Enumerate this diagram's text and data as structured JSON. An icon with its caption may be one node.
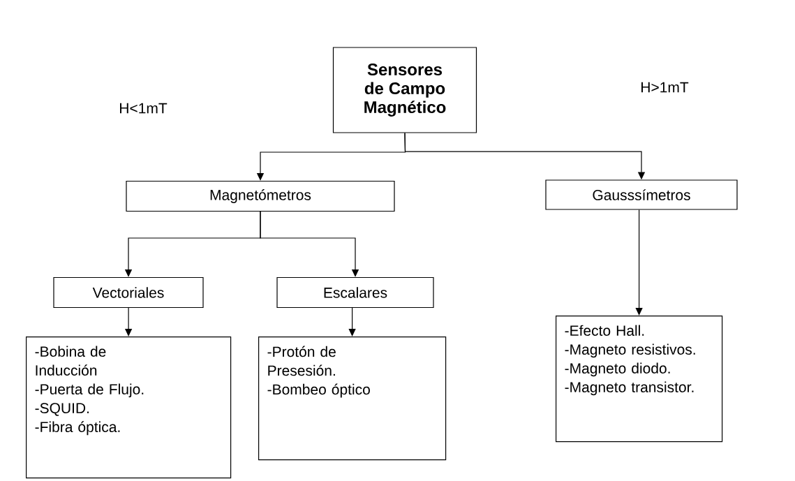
{
  "diagram": {
    "nodes": [
      {
        "text": [
          "Sensores de Campo Magnético"
        ]
      },
      {
        "text": [
          "Magnetómetros"
        ]
      },
      {
        "text": [
          "Gausssímetros"
        ]
      },
      {
        "text": [
          "Vectoriales"
        ]
      },
      {
        "text": [
          "Escalares"
        ]
      },
      {
        "text": [
          "-Bobina de Inducción",
          "-Puerta de Flujo.",
          "-SQUID.",
          "-Fibra óptica."
        ]
      },
      {
        "text": [
          "-Protón de Presesión.",
          "-Bombeo óptico"
        ]
      },
      {
        "text": [
          "-Efecto Hall.",
          "-Magneto resistivos.",
          "-Magneto diodo.",
          "-Magneto transistor."
        ]
      }
    ],
    "edges": [
      {
        "from": 0,
        "to": 1,
        "arrow": "to"
      },
      {
        "from": 0,
        "to": 2,
        "arrow": "to"
      },
      {
        "from": 1,
        "to": 3,
        "arrow": "to"
      },
      {
        "from": 1,
        "to": 4,
        "arrow": "to"
      },
      {
        "from": 3,
        "to": 5,
        "arrow": "to"
      },
      {
        "from": 4,
        "to": 6,
        "arrow": "to"
      },
      {
        "from": 2,
        "to": 7,
        "arrow": "to"
      }
    ],
    "labels": [
      "H<1mT",
      "H>1mT"
    ]
  }
}
